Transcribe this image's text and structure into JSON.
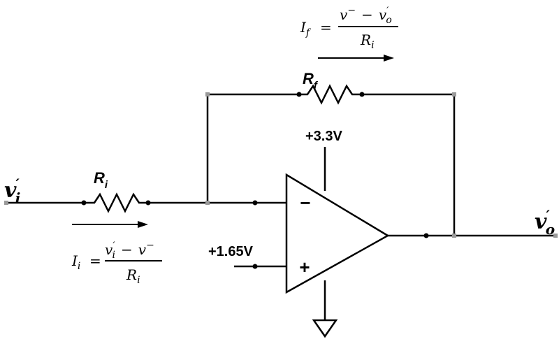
{
  "diagram": {
    "input_node": {
      "symbol": "v",
      "prime": "′",
      "subscript": "i"
    },
    "output_node": {
      "symbol": "v",
      "prime": "′",
      "subscript": "o"
    },
    "input_resistor": {
      "symbol": "R",
      "subscript": "i"
    },
    "feedback_resistor": {
      "symbol": "R",
      "subscript": "f"
    },
    "supply_positive": "+3.3V",
    "reference_voltage": "+1.65V",
    "opamp": {
      "inverting_sign": "−",
      "noninverting_sign": "+"
    },
    "input_current_formula": {
      "lhs_symbol": "I",
      "lhs_subscript": "i",
      "equals": "=",
      "num_a_symbol": "v",
      "num_a_prime": "′",
      "num_a_subscript": "i",
      "minus": "−",
      "num_b_symbol": "v",
      "num_b_superscript": "−",
      "den_symbol": "R",
      "den_subscript": "i"
    },
    "feedback_current_formula": {
      "lhs_symbol": "I",
      "lhs_subscript": "f",
      "equals": "=",
      "num_a_symbol": "v",
      "num_a_superscript": "−",
      "minus": "−",
      "num_b_symbol": "v",
      "num_b_prime": "′",
      "num_b_subscript": "o",
      "den_symbol": "R",
      "den_subscript": "i"
    }
  }
}
